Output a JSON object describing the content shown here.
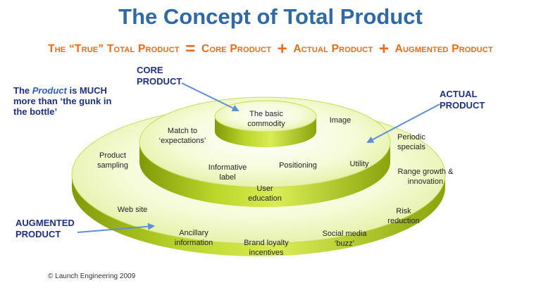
{
  "title": "The Concept of Total Product",
  "equation": {
    "lhs": "The “True” Total Product",
    "eq": "=",
    "term1": "Core Product",
    "plus1": "+",
    "term2": "Actual Product",
    "plus2": "+",
    "term3": "Augmented Product"
  },
  "intro": {
    "part1": "The ",
    "emph": "Product",
    "part2": " is MUCH more than ‘the gunk in the bottle’"
  },
  "labels": {
    "core": "CORE PRODUCT",
    "actual": "ACTUAL PRODUCT",
    "augmented": "AUGMENTED PRODUCT"
  },
  "core_items": [
    {
      "id": "basic-commodity",
      "text": "The basic commodity"
    }
  ],
  "actual_items": [
    {
      "id": "image",
      "text": "Image"
    },
    {
      "id": "match-expectations",
      "text": "Match to ‘expectations’"
    },
    {
      "id": "informative-label",
      "text": "Informative label"
    },
    {
      "id": "positioning",
      "text": "Positioning"
    },
    {
      "id": "utility",
      "text": "Utility"
    },
    {
      "id": "user-education",
      "text": "User education"
    }
  ],
  "augmented_items": [
    {
      "id": "product-sampling",
      "text": "Product sampling"
    },
    {
      "id": "periodic-specials",
      "text": "Periodic specials"
    },
    {
      "id": "range-growth",
      "text": "Range growth & innovation"
    },
    {
      "id": "web-site",
      "text": "Web site"
    },
    {
      "id": "risk-reduction",
      "text": "Risk reduction"
    },
    {
      "id": "ancillary-information",
      "text": "Ancillary information"
    },
    {
      "id": "brand-loyalty",
      "text": "Brand loyalty incentives"
    },
    {
      "id": "social-media",
      "text": "Social media ‘buzz’"
    }
  ],
  "copyright": "© Launch Engineering 2009",
  "colors": {
    "title": "#2e6aa8",
    "equation": "#f26a12",
    "labels": "#1d2f86",
    "disc_top": "#f4f9c8",
    "disc_side": "#a8c21a",
    "arrow": "#5b8fd6"
  }
}
